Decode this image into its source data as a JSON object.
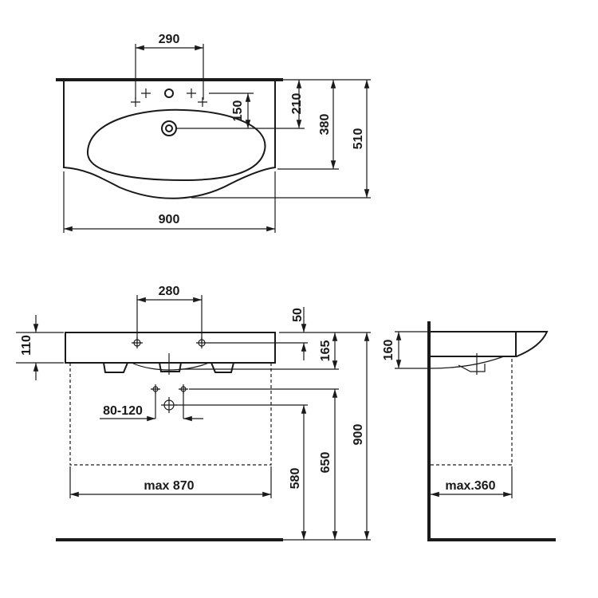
{
  "top_view": {
    "d290": "290",
    "d150": "150",
    "d210": "210",
    "d380": "380",
    "d510": "510",
    "d900": "900"
  },
  "front_view": {
    "d280": "280",
    "d50": "50",
    "d110": "110",
    "d165": "165",
    "d80_120": "80-120",
    "d900": "900",
    "d650": "650",
    "d580": "580",
    "max870": "max 870"
  },
  "side_view": {
    "d160": "160",
    "max360": "max.360"
  },
  "colors": {
    "line": "#1a1a1a",
    "background": "#ffffff"
  }
}
